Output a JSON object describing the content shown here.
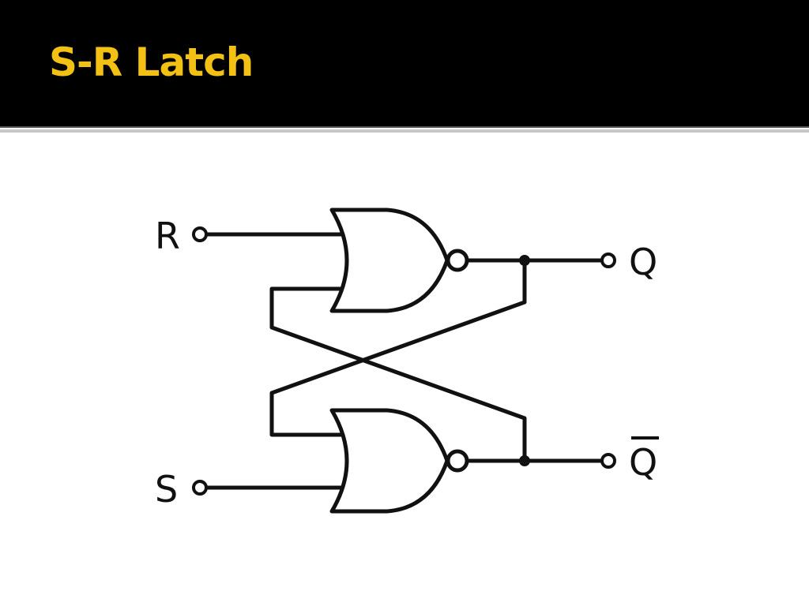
{
  "slide": {
    "title": "S-R Latch",
    "title_color": "#f2c114",
    "header_background": "#000000"
  },
  "diagram": {
    "inputs": {
      "r_label": "R",
      "s_label": "S"
    },
    "outputs": {
      "q_label": "Q",
      "q_bar_label": "Q"
    },
    "gates": [
      "NOR",
      "NOR"
    ],
    "wire_color": "#111111"
  }
}
